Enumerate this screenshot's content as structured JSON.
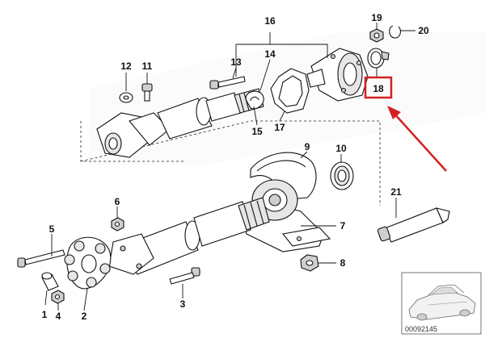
{
  "callouts": {
    "c1": "1",
    "c2": "2",
    "c3": "3",
    "c4": "4",
    "c5": "5",
    "c6": "6",
    "c7": "7",
    "c8": "8",
    "c9": "9",
    "c10": "10",
    "c11": "11",
    "c12": "12",
    "c13": "13",
    "c14": "14",
    "c15": "15",
    "c16": "16",
    "c17": "17",
    "c18": "18",
    "c19": "19",
    "c20": "20",
    "c21": "21"
  },
  "highlight": {
    "callout": "18",
    "box_color": "#d42020",
    "arrow_color": "#d42020"
  },
  "thumbnail": {
    "code": "00092145"
  }
}
